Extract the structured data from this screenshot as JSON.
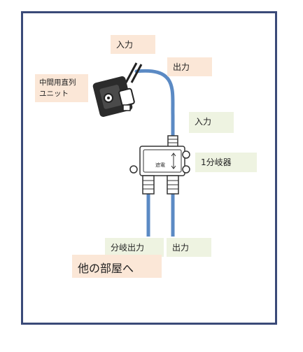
{
  "labels": {
    "input_top": "入力",
    "output_top": "出力",
    "unit_line1": "中間用直列",
    "unit_line2": "ユニット",
    "input_right": "入力",
    "splitter": "1分岐器",
    "shield": "遮電",
    "branch_output": "分岐出力",
    "output_bottom": "出力",
    "other_rooms": "他の部屋へ"
  },
  "colors": {
    "frame": "#3a4a78",
    "cable": "#5b8ac4",
    "peach_label": "#fbe7d7",
    "green_label": "#eef3e1"
  }
}
